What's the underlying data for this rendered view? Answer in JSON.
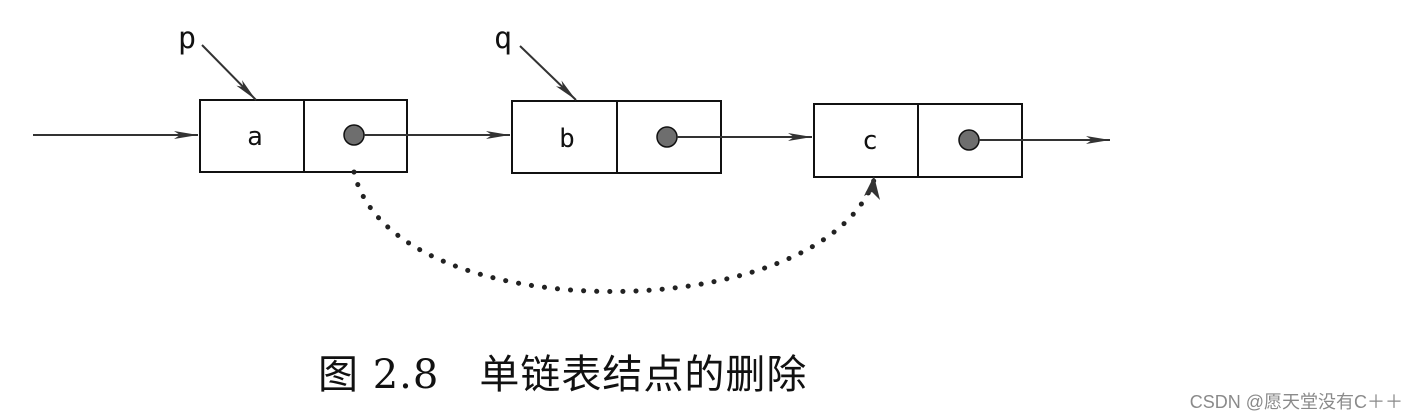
{
  "figure": {
    "nodes": [
      {
        "value": "a"
      },
      {
        "value": "b"
      },
      {
        "value": "c"
      }
    ],
    "pointers": [
      {
        "label": "p",
        "target": "a"
      },
      {
        "label": "q",
        "target": "b"
      }
    ]
  },
  "caption": {
    "number": "图 2.8",
    "title": "单链表结点的删除"
  },
  "watermark": "CSDN @愿天堂没有C＋＋",
  "colors": {
    "line": "#333333",
    "dot": "#6e6e6e",
    "box": "#111111"
  }
}
